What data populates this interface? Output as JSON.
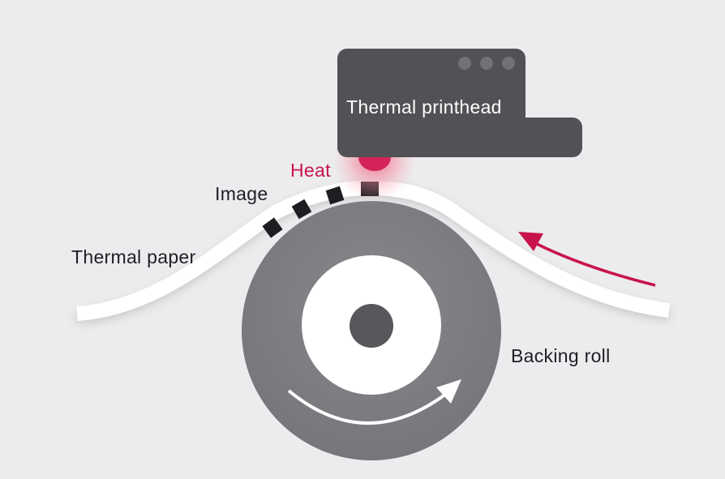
{
  "labels": {
    "printhead": "Thermal printhead",
    "heat": "Heat",
    "image": "Image",
    "paper": "Thermal paper",
    "roll": "Backing roll"
  },
  "colors": {
    "background": "#ececee",
    "printhead": "#525155",
    "roll": "#7d7c80",
    "accent": "#c8144b"
  }
}
